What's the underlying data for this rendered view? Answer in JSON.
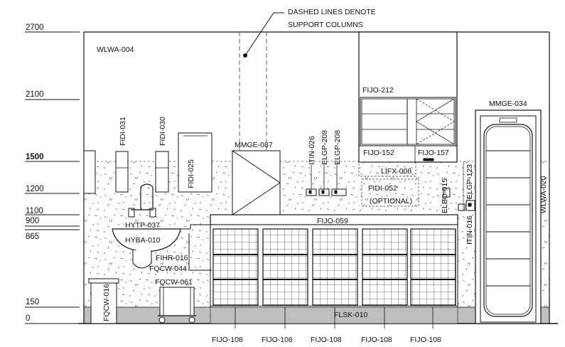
{
  "note": {
    "line1": "DASHED LINES DENOTE",
    "line2": "SUPPORT COLUMNS"
  },
  "levels": [
    "2700",
    "2100",
    "1500",
    "1200",
    "1100",
    "900",
    "865",
    "150",
    "0"
  ],
  "labels": {
    "wlwa004": "WLWA-004",
    "fijo212": "FIJO-212",
    "mmge034": "MMGE-034",
    "fidi031": "FIDI-031",
    "fidi030": "FIDI-030",
    "fidi025": "FIDI-025",
    "mmge087": "MMGE-087",
    "itin026": "ITIN-026",
    "elgp208a": "ELGP-208",
    "elgp208b": "ELGP-208",
    "fijo152": "FIJO-152",
    "fijo157": "FIJO-157",
    "elgp123": "ELGP-123",
    "wlwa020": "WLWA-020",
    "lifx008": "LIFX-008",
    "fidi052": "FIDI-052",
    "optional": "(OPTIONAL)",
    "elbo015": "ELBO-015",
    "itin016": "ITIN-016",
    "fijo059": "FIJO-059",
    "hytp037": "HYTP-037",
    "hyba010": "HYBA-010",
    "fihr016": "FIHR-016",
    "fqcw044": "FQCW-044",
    "fqcw061": "FQCW-061",
    "fqcw016": "FQCW-016",
    "flsk010": "FLSK-010",
    "fijo108": "FIJO-108"
  }
}
